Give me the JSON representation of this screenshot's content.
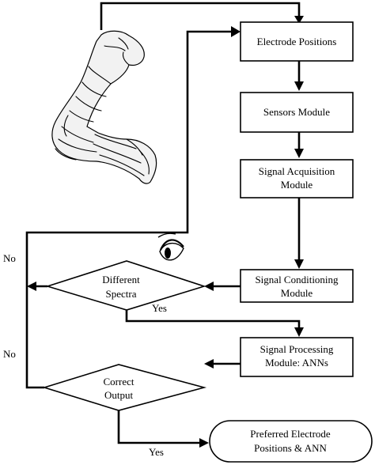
{
  "nodes": {
    "electrode_positions": "Electrode Positions",
    "sensors_module": "Sensors Module",
    "signal_acquisition": [
      "Signal Acquisition",
      "Module"
    ],
    "signal_conditioning": [
      "Signal Conditioning",
      "Module"
    ],
    "signal_processing": [
      "Signal Processing",
      "Module: ANNs"
    ],
    "preferred": [
      "Preferred Electrode",
      "Positions & ANN"
    ]
  },
  "decisions": {
    "different_spectra": [
      "Different",
      "Spectra"
    ],
    "correct_output": [
      "Correct",
      "Output"
    ]
  },
  "edge_labels": {
    "no_top": "No",
    "yes_spectra": "Yes",
    "no_bottom": "No",
    "yes_output": "Yes"
  },
  "icons": {
    "arm": "flexed-arm-muscle-icon",
    "eye": "eye-icon"
  }
}
